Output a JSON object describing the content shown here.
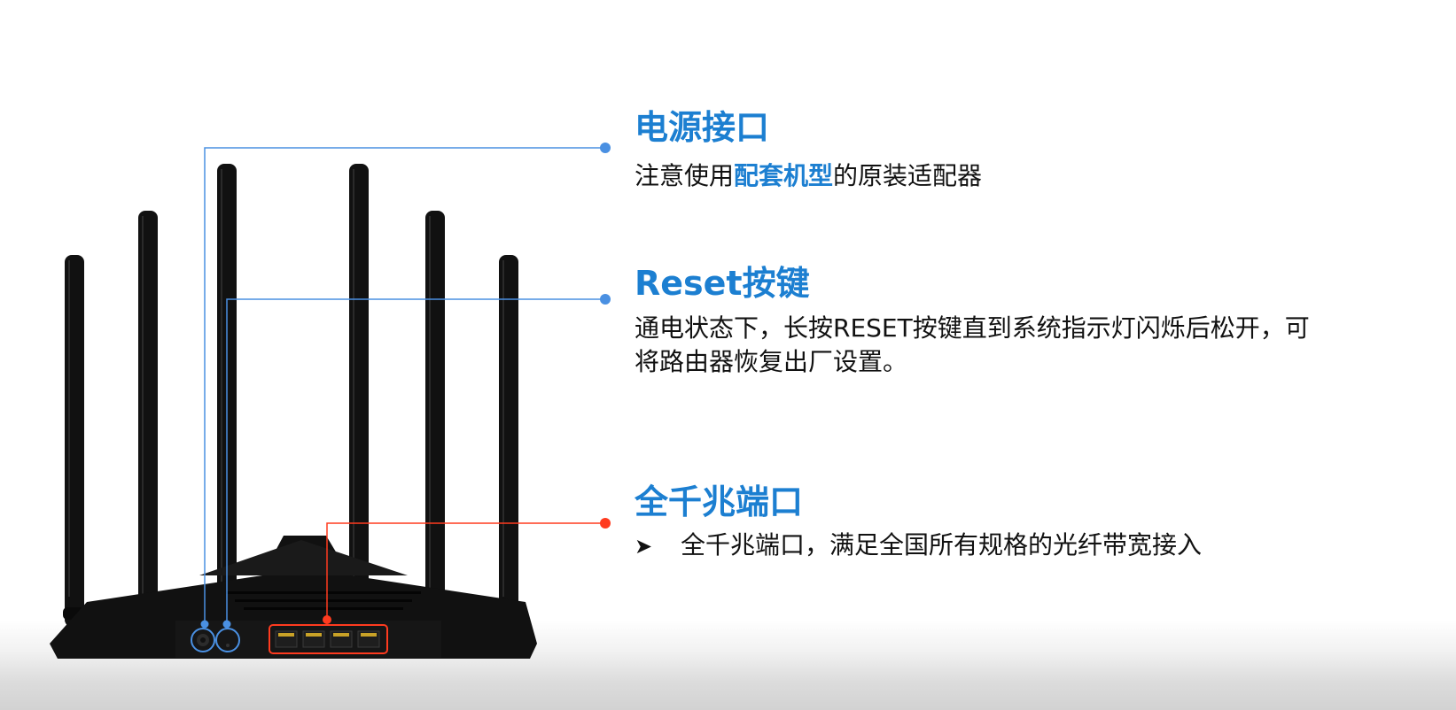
{
  "callouts": [
    {
      "id": "power",
      "title": "电源接口",
      "body_parts": [
        "注意使用",
        "配套机型",
        "的原装适配器"
      ],
      "line_color": "#4a90e2"
    },
    {
      "id": "reset",
      "title": "Reset按键",
      "body_lines": [
        "通电状态下，长按RESET按键直到系统指示灯闪烁后松开，可",
        "将路由器恢复出厂设置。"
      ],
      "line_color": "#4a90e2"
    },
    {
      "id": "gigabit",
      "title": "全千兆端口",
      "bullet_icon": "arrow-bullet-icon",
      "bullet_text": "全千兆端口，满足全国所有规格的光纤带宽接入",
      "line_color": "#ff3b1f"
    }
  ],
  "colors": {
    "title_blue": "#1c7fd1",
    "body_text": "#111111",
    "connector_blue": "#4a90e2",
    "connector_red": "#ff3b1f",
    "router_body": "#111111"
  },
  "image": {
    "subject": "router-rear-view",
    "antenna_count": 6,
    "lan_port_count": 4
  }
}
